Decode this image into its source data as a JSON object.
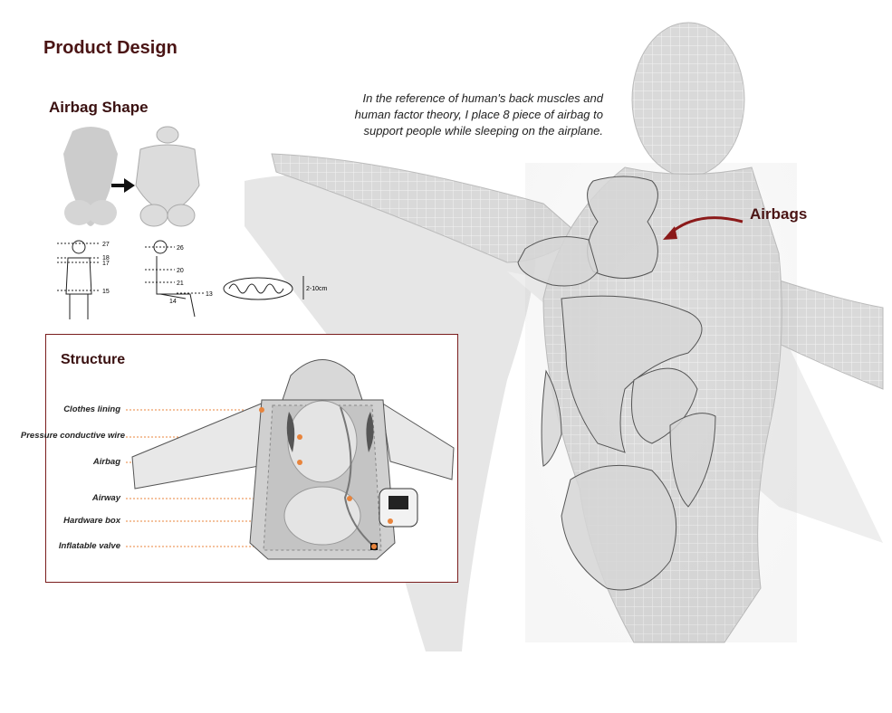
{
  "title": "Product Design",
  "airbag_shape": {
    "heading": "Airbag Shape",
    "dimension_note": "2-10cm",
    "front_labels": [
      "27",
      "18",
      "17",
      "15"
    ],
    "side_labels": [
      "26",
      "20",
      "21",
      "13",
      "14"
    ]
  },
  "description": "In the reference of human's back muscles and human factor theory, I place 8 piece of airbag to support people while sleeping on the airplane.",
  "airbags_label": "Airbags",
  "structure": {
    "heading": "Structure",
    "labels": [
      "Clothes lining",
      "Pressure conductive wire",
      "Airbag",
      "Airway",
      "Hardware box",
      "Inflatable valve"
    ]
  },
  "colors": {
    "title": "#4a1414",
    "accent_red": "#8b1a1a",
    "callout_orange": "#e8843c"
  }
}
